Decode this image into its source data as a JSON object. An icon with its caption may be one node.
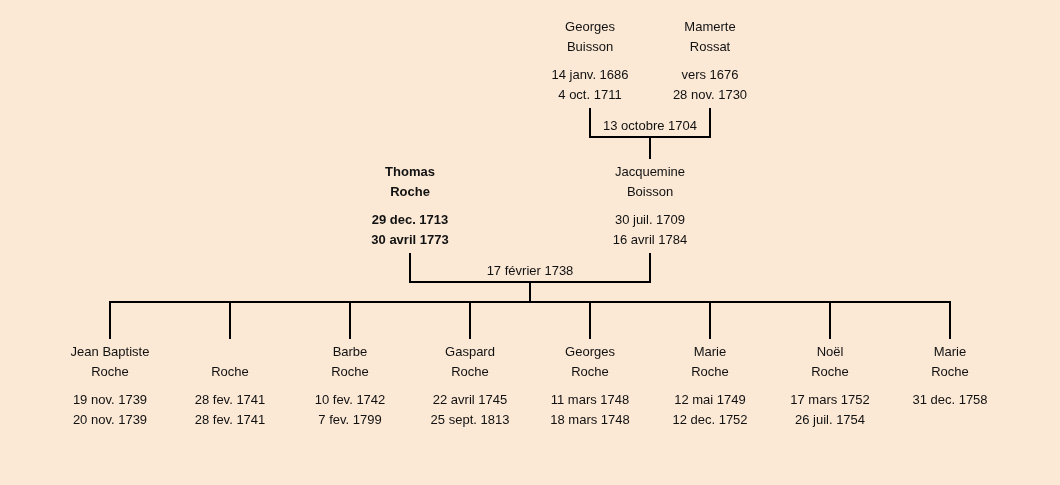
{
  "diagram": {
    "nodes": [
      {
        "text": [
          "Georges Buisson",
          "14 janv. 1686",
          "4 oct. 1711"
        ]
      },
      {
        "text": [
          "Mamerte Rossat",
          "vers 1676",
          "28 nov. 1730"
        ]
      },
      {
        "text": [
          "Thomas Roche",
          "29 dec. 1713",
          "30 avril 1773"
        ]
      },
      {
        "text": [
          "Jacquemine Boisson",
          "30 juil. 1709",
          "16 avril 1784"
        ]
      },
      {
        "text": [
          "Jean Baptiste Roche",
          "19 nov. 1739",
          "20 nov. 1739"
        ]
      },
      {
        "text": [
          "Roche",
          "28 fev. 1741",
          "28 fev. 1741"
        ]
      },
      {
        "text": [
          "Barbe Roche",
          "10 fev. 1742",
          "7 fev. 1799"
        ]
      },
      {
        "text": [
          "Gaspard Roche",
          "22 avril 1745",
          "25 sept. 1813"
        ]
      },
      {
        "text": [
          "Georges Roche",
          "11 mars 1748",
          "18 mars 1748"
        ]
      },
      {
        "text": [
          "Marie Roche",
          "12 mai 1749",
          "12 dec. 1752"
        ]
      },
      {
        "text": [
          "Noël Roche",
          "17 mars 1752",
          "26 juil. 1754"
        ]
      },
      {
        "text": [
          "Marie Roche",
          "31 dec. 1758"
        ]
      }
    ],
    "edges": [
      {
        "from": 0,
        "to": 3,
        "arrow": "none",
        "label": "13 octobre 1704"
      },
      {
        "from": 1,
        "to": 3,
        "arrow": "none"
      },
      {
        "from": 2,
        "to": 4,
        "arrow": "none",
        "label": "17 février 1738"
      },
      {
        "from": 3,
        "to": 4,
        "arrow": "none"
      },
      {
        "from": 2,
        "to": 5,
        "arrow": "none"
      },
      {
        "from": 3,
        "to": 5,
        "arrow": "none"
      },
      {
        "from": 2,
        "to": 6,
        "arrow": "none"
      },
      {
        "from": 3,
        "to": 6,
        "arrow": "none"
      },
      {
        "from": 2,
        "to": 7,
        "arrow": "none"
      },
      {
        "from": 3,
        "to": 7,
        "arrow": "none"
      },
      {
        "from": 2,
        "to": 8,
        "arrow": "none"
      },
      {
        "from": 3,
        "to": 8,
        "arrow": "none"
      },
      {
        "from": 2,
        "to": 9,
        "arrow": "none"
      },
      {
        "from": 3,
        "to": 9,
        "arrow": "none"
      },
      {
        "from": 2,
        "to": 10,
        "arrow": "none"
      },
      {
        "from": 3,
        "to": 10,
        "arrow": "none"
      },
      {
        "from": 2,
        "to": 11,
        "arrow": "none"
      },
      {
        "from": 3,
        "to": 11,
        "arrow": "none"
      }
    ]
  }
}
